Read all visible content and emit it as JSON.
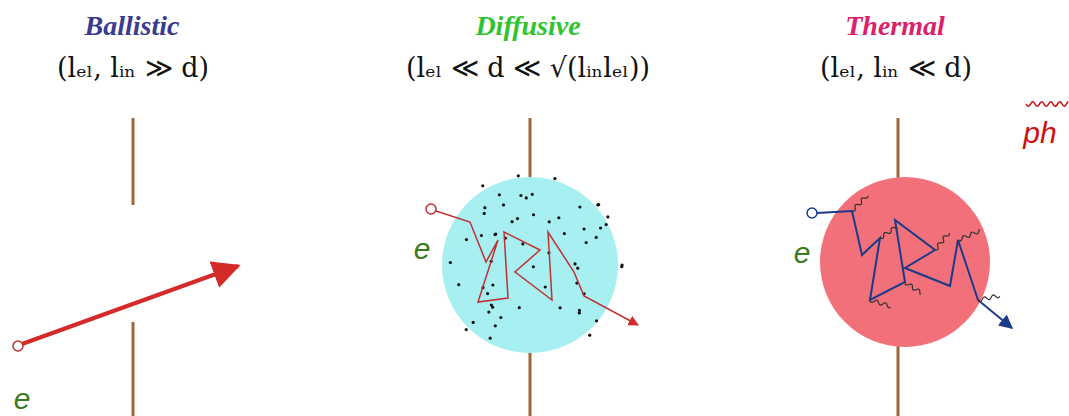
{
  "diagram": {
    "labels": [
      "Ballistic",
      "(lₑₗ, lᵢₙ ≫ d)",
      "Diffusive",
      "(lₑₗ ≪ d ≪ √(lᵢₙlₑₗ))",
      "Thermal",
      "(lₑₗ, lᵢₙ ≪ d)",
      "e",
      "e",
      "e",
      "ph"
    ]
  }
}
